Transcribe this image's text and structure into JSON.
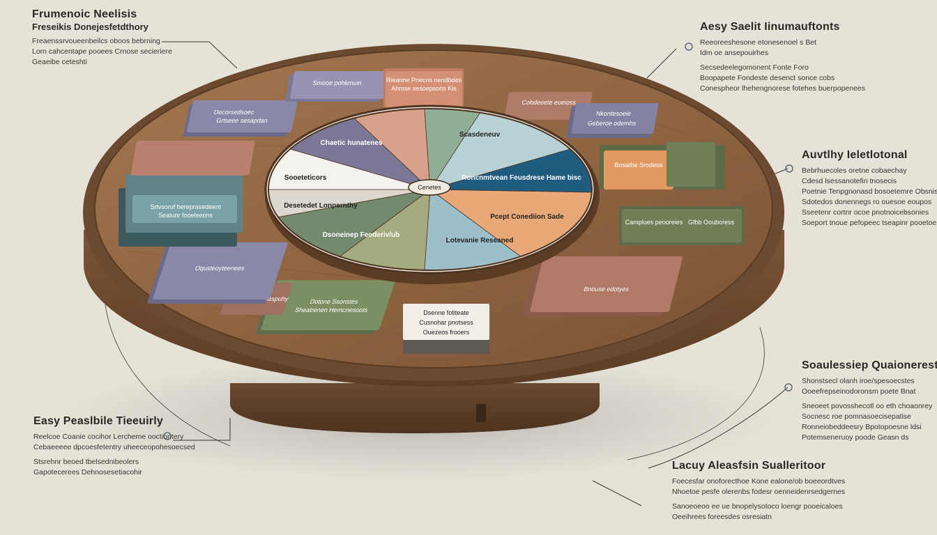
{
  "colors": {
    "background": "#e6e2d8",
    "table_wood": "#8e6440",
    "table_rim": "#6b4a2f",
    "slice_purple": "#7a7896",
    "slice_salmon": "#d9a08a",
    "slice_green": "#8fae98",
    "slice_lightblue": "#b8d2d6",
    "slice_blue": "#1f5c80",
    "slice_orange": "#e8a878",
    "slice_skyblue": "#9dbfcb",
    "slice_olive": "#a6ab7f",
    "slice_sage": "#748a6e",
    "slice_gray": "#ddd8cf",
    "slice_white": "#f4f2ee"
  },
  "hub_label": "Cenetes",
  "wheel_labels": [
    "Chaetic hunatenes",
    "Sooeteticors",
    "Desetedet Lonpernthy",
    "Dsoneinep Feoderiv/ub",
    "Lotevanie Reseaned",
    "Pcept Conediion Sade",
    "Roncnmtvean Feusdrese Hame bisc",
    "Scasdeneuv"
  ],
  "cards": [
    "Decorsedsoec",
    "Grtseee sesapdan",
    "Smooe pohkmuin",
    "Rieanne Pnecns nendbdes",
    "Ahmse sesoepsons Kis",
    "Cobdeeete eueioss",
    "Nkontesoeie",
    "Geberoe odemhs",
    "Bosatbe Srodeos",
    "Camplues peooreies",
    "Gfbb Oouboress",
    "Bnouse edotyes",
    "Dsenne fotiteate",
    "Cusnohar pnotsess",
    "Ouezeos frooers",
    "Dotone Ssonstes",
    "Sheatrenen Hemcnesoots",
    "Oseeetsoeae pespuhy",
    "Oqusteoyteenees",
    "Srtvsoruf bereprasedeent",
    "Seatunr fooeleeons"
  ],
  "callouts": {
    "top_left": {
      "title": "Frumenoic Neelisis",
      "subtitle": "Freseikis Donejesfetdthory",
      "lines": [
        "Freaenssrvoueenbeilcs oboos bebrning",
        "Lorn cahcentape pooees Crnose secieriere",
        "Geaeibe ceteshti"
      ]
    },
    "top_right": {
      "title": "Aesy Saelit Iinumauftonts",
      "lines": [
        "Reeoreeshesone etonesenoel s Bet",
        "Idm oe ansepouirhes",
        "Secsedeelegomonent Fonte Foro",
        "Boopapete Fondeste desenct sonce cobs",
        "Conespheor lhehengnorese fotehes buerpopenees"
      ]
    },
    "right_upper": {
      "title": "Auvtlhy Ieletlotonal",
      "lines": [
        "Bebrhuecoles oretne cobaechay",
        "Cdesd lsessanotefin tnosecis",
        "Poetnie Tenpgnonasd bosoetemre Obsnis",
        "Sdotedos donennegs ro ouesoe eoupos",
        "Sseetenr cortnr ocoe pnotnoicebsonies",
        "Soeport tnoue pefopeec tseapinr pooetoes"
      ]
    },
    "right_lower": {
      "title": "Soaulessiep Quaionerest?",
      "lines": [
        "Shonstsecl olanh iroe/spesoecstes",
        "Ooeefrepseinodoronsm poete Bnat",
        "Sneoeet povosshecotl oo eth choaonrey",
        "Socnesc roe pomnasoecisepatise",
        "Ronneiobeddeesry Bpotopoesne ldsi",
        "Potemseneruoy poode Geasn ds"
      ]
    },
    "bottom_right": {
      "title": "Lacuy Aleasfsin Sualleritoor",
      "lines": [
        "Foecesfar onoforecthoe Kone ealone/ob boeeordtves",
        "Nhoetoe pesfe olerenbs fodesr oenneidenrsedgernes",
        "Sanoeoeoo ee ue bnopelysotoco loengr pooeicaloes",
        "Oeeihrees foreesdes osresiatn"
      ]
    },
    "bottom_left": {
      "title": "Easy Peaslbile Tieeuirly",
      "lines": [
        "Reelcoe Coanie cocihor Lercheme ooctiontery",
        "Cebaeeeee dpcoesfetentry uheeceopohesoecsed",
        "Stsrehnr beoed tbelsednibeolers",
        "Gapotecerees Dehnosesetiacohir"
      ]
    }
  }
}
